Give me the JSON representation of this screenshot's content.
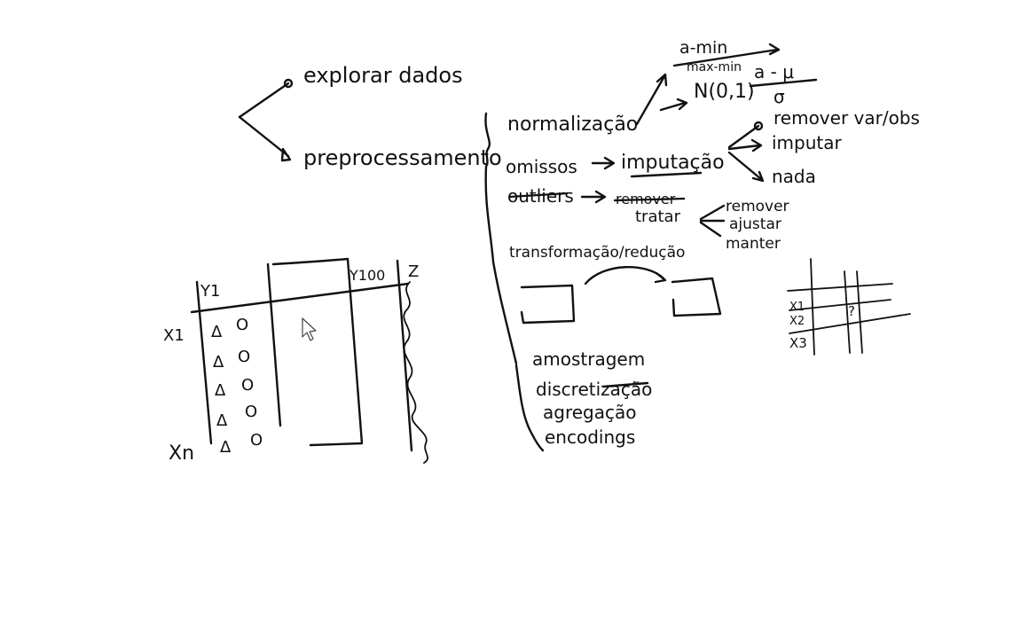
{
  "colors": {
    "background": "#ffffff",
    "ink": "#111111"
  },
  "mindmap": {
    "branch_explore": "explorar dados",
    "branch_preprocess": "preprocessamento",
    "normalize": "normalização",
    "minmax_numerator": "a-min",
    "minmax_denominator": "max-min",
    "standard_dist": "N(0,1)",
    "standard_numerator": "a - μ",
    "standard_denominator": "σ",
    "missing": "omissos",
    "imputation": "imputação",
    "missing_remove": "remover var/obs",
    "missing_impute": "imputar",
    "missing_nothing": "nada",
    "outliers": "outliers",
    "outliers_remove_crossed": "remover",
    "outliers_treat": "tratar",
    "treat_remove": "remover",
    "treat_adjust": "ajustar",
    "treat_keep": "manter",
    "transform": "transformação/redução",
    "sampling": "amostragem",
    "discretization": "discretização",
    "aggregation": "agregação",
    "encodings": "encodings"
  },
  "matrix": {
    "col_first": "Y1",
    "col_last": "Y100",
    "col_target": "Z",
    "row_first": "X1",
    "row_last": "Xn",
    "symbols_triangle": [
      "Δ",
      "Δ",
      "Δ",
      "Δ",
      "Δ"
    ],
    "symbols_circle": [
      "O",
      "O",
      "O",
      "O",
      "O"
    ]
  },
  "grid": {
    "row1": "X1",
    "row2": "X2",
    "row3": "X3",
    "cell_unknown": "?"
  },
  "cursor": {
    "icon": "mouse-pointer-icon"
  }
}
